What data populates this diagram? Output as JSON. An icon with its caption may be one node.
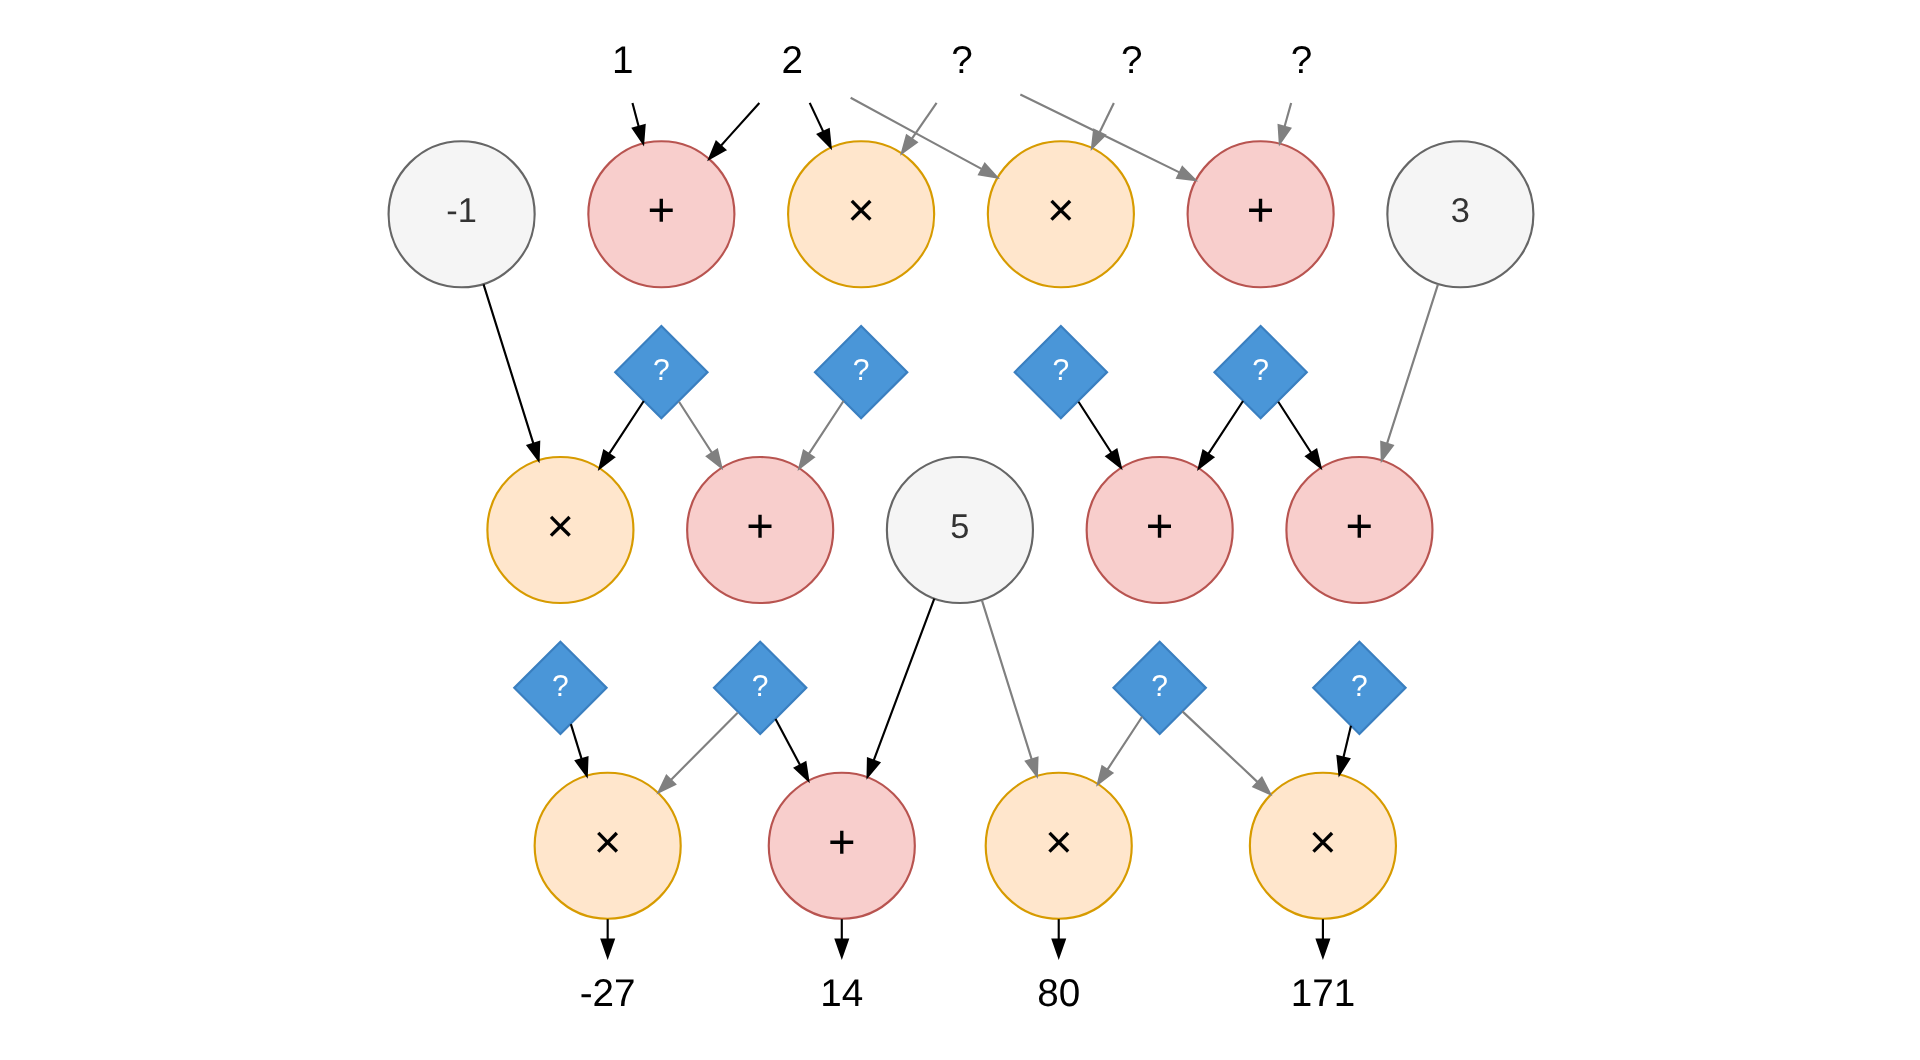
{
  "diagram": {
    "nodes": [
      {
        "text": [
          "1"
        ]
      },
      {
        "text": [
          "2"
        ]
      },
      {
        "text": [
          "?"
        ]
      },
      {
        "text": [
          "?"
        ]
      },
      {
        "text": [
          "?"
        ]
      },
      {
        "text": [
          "-1"
        ]
      },
      {
        "text": [
          "+"
        ]
      },
      {
        "text": [
          "×"
        ]
      },
      {
        "text": [
          "×"
        ]
      },
      {
        "text": [
          "+"
        ]
      },
      {
        "text": [
          "3"
        ]
      },
      {
        "text": [
          "?"
        ]
      },
      {
        "text": [
          "?"
        ]
      },
      {
        "text": [
          "?"
        ]
      },
      {
        "text": [
          "?"
        ]
      },
      {
        "text": [
          "×"
        ]
      },
      {
        "text": [
          "+"
        ]
      },
      {
        "text": [
          "5"
        ]
      },
      {
        "text": [
          "+"
        ]
      },
      {
        "text": [
          "+"
        ]
      },
      {
        "text": [
          "?"
        ]
      },
      {
        "text": [
          "?"
        ]
      },
      {
        "text": [
          "?"
        ]
      },
      {
        "text": [
          "?"
        ]
      },
      {
        "text": [
          "×"
        ]
      },
      {
        "text": [
          "+"
        ]
      },
      {
        "text": [
          "×"
        ]
      },
      {
        "text": [
          "×"
        ]
      },
      {
        "text": [
          "-27"
        ]
      },
      {
        "text": [
          "14"
        ]
      },
      {
        "text": [
          "80"
        ]
      },
      {
        "text": [
          "171"
        ]
      }
    ],
    "edges": [
      {
        "from": 0,
        "to": 6,
        "arrow": "to"
      },
      {
        "from": 1,
        "to": 6,
        "arrow": "to"
      },
      {
        "from": 1,
        "to": 7,
        "arrow": "to"
      },
      {
        "from": 1,
        "to": 8,
        "arrow": "to",
        "color": "#808080"
      },
      {
        "from": 2,
        "to": 7,
        "arrow": "to",
        "color": "#808080"
      },
      {
        "from": 2,
        "to": 9,
        "arrow": "to",
        "color": "#808080"
      },
      {
        "from": 3,
        "to": 8,
        "arrow": "to",
        "color": "#808080"
      },
      {
        "from": 4,
        "to": 9,
        "arrow": "to",
        "color": "#808080"
      },
      {
        "from": 5,
        "to": 15,
        "arrow": "to"
      },
      {
        "from": 11,
        "to": 15,
        "arrow": "to"
      },
      {
        "from": 11,
        "to": 16,
        "arrow": "to",
        "color": "#808080"
      },
      {
        "from": 12,
        "to": 16,
        "arrow": "to",
        "color": "#808080"
      },
      {
        "from": 13,
        "to": 18,
        "arrow": "to"
      },
      {
        "from": 14,
        "to": 18,
        "arrow": "to"
      },
      {
        "from": 14,
        "to": 19,
        "arrow": "to"
      },
      {
        "from": 10,
        "to": 19,
        "arrow": "to",
        "color": "#808080"
      },
      {
        "from": 20,
        "to": 24,
        "arrow": "to"
      },
      {
        "from": 21,
        "to": 24,
        "arrow": "to",
        "color": "#808080"
      },
      {
        "from": 21,
        "to": 25,
        "arrow": "to"
      },
      {
        "from": 17,
        "to": 25,
        "arrow": "to"
      },
      {
        "from": 17,
        "to": 26,
        "arrow": "to",
        "color": "#808080"
      },
      {
        "from": 22,
        "to": 26,
        "arrow": "to",
        "color": "#808080"
      },
      {
        "from": 22,
        "to": 27,
        "arrow": "to",
        "color": "#808080"
      },
      {
        "from": 23,
        "to": 27,
        "arrow": "to"
      },
      {
        "from": 24,
        "to": 28,
        "arrow": "to"
      },
      {
        "from": 25,
        "to": 29,
        "arrow": "to"
      },
      {
        "from": 26,
        "to": 30,
        "arrow": "to"
      },
      {
        "from": 27,
        "to": 31,
        "arrow": "to"
      }
    ]
  }
}
